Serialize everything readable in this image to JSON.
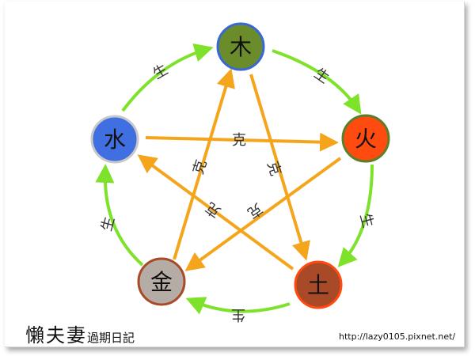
{
  "diagram": {
    "nodes": [
      {
        "id": "wood",
        "glyph": "木",
        "fill": "#6b8c2a",
        "stroke": "#3a66d6"
      },
      {
        "id": "fire",
        "glyph": "火",
        "fill": "#ff4a10",
        "stroke": "#5a7f2a"
      },
      {
        "id": "earth",
        "glyph": "土",
        "fill": "#a84a28",
        "stroke": "#ff4a10"
      },
      {
        "id": "metal",
        "glyph": "金",
        "fill": "#b5aca6",
        "stroke": "#a84a28"
      },
      {
        "id": "water",
        "glyph": "水",
        "fill": "#3f6fe0",
        "stroke": "#c8c8c8"
      }
    ],
    "generate_label": "生",
    "restrain_label": "克",
    "generate_color": "#7fe22a",
    "restrain_color": "#f5a51c"
  },
  "footer": {
    "title": "懶夫妻",
    "subtitle": "過期日記",
    "url": "http://lazy0105.pixnet.net/"
  }
}
